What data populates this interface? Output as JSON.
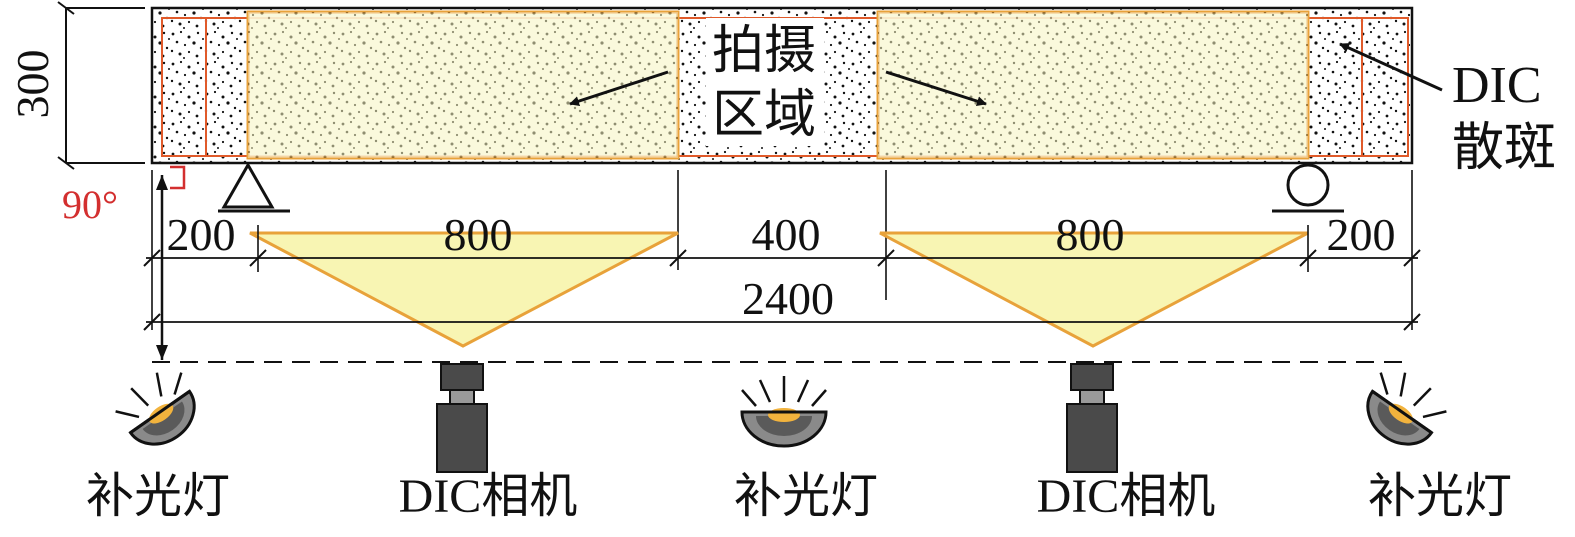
{
  "beam": {
    "dims": {
      "height": "300",
      "seg_left": "200",
      "seg_span1": "800",
      "seg_mid": "400",
      "seg_span2": "800",
      "seg_right": "200",
      "total": "2400"
    },
    "angle": "90°",
    "capture_label": [
      "拍摄",
      "区域"
    ],
    "speckle_label": [
      "DIC",
      "散斑"
    ]
  },
  "devices": {
    "lights": [
      {
        "label": "补光灯",
        "icon": "fill-light-icon"
      },
      {
        "label": "补光灯",
        "icon": "fill-light-icon"
      },
      {
        "label": "补光灯",
        "icon": "fill-light-icon"
      }
    ],
    "cameras": [
      {
        "label": "DIC相机",
        "icon": "dic-camera-icon"
      },
      {
        "label": "DIC相机",
        "icon": "dic-camera-icon"
      }
    ]
  },
  "colors": {
    "capture_fill": "#f6f3c0",
    "capture_border": "#e8a23a",
    "speckle_border": "#e05a2a",
    "view_fill": "#f7f3a6",
    "angle": "#d32f2f",
    "device": "#555555"
  }
}
